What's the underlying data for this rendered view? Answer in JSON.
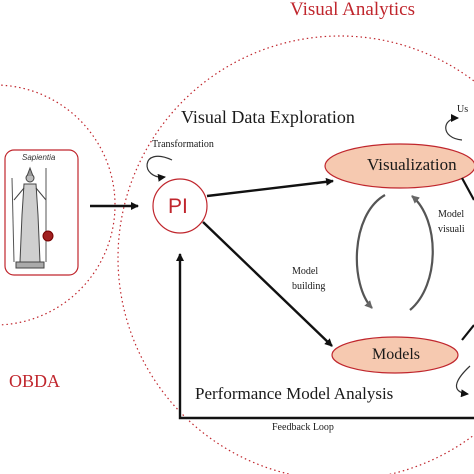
{
  "diagram": {
    "visual_analytics_title": "Visual Analytics",
    "visual_data_exploration_title": "Visual Data Exploration",
    "performance_model_analysis_title": "Performance Model Analysis",
    "obda_title": "OBDA",
    "transformation_label": "Transformation",
    "pi_label": "PI",
    "visualization_label": "Visualization",
    "models_label": "Models",
    "model_building_label": "Model\nbuilding",
    "model_visualization_label": "Model\nvisuali",
    "user_label": "Us",
    "feedback_loop_label": "Feedback Loop",
    "sapientia_label": "Sapientia",
    "colors": {
      "red_accent": "#c0262d",
      "node_fill": "#f6c9b0",
      "node_stroke": "#c0262d",
      "arrow": "#111111"
    }
  }
}
